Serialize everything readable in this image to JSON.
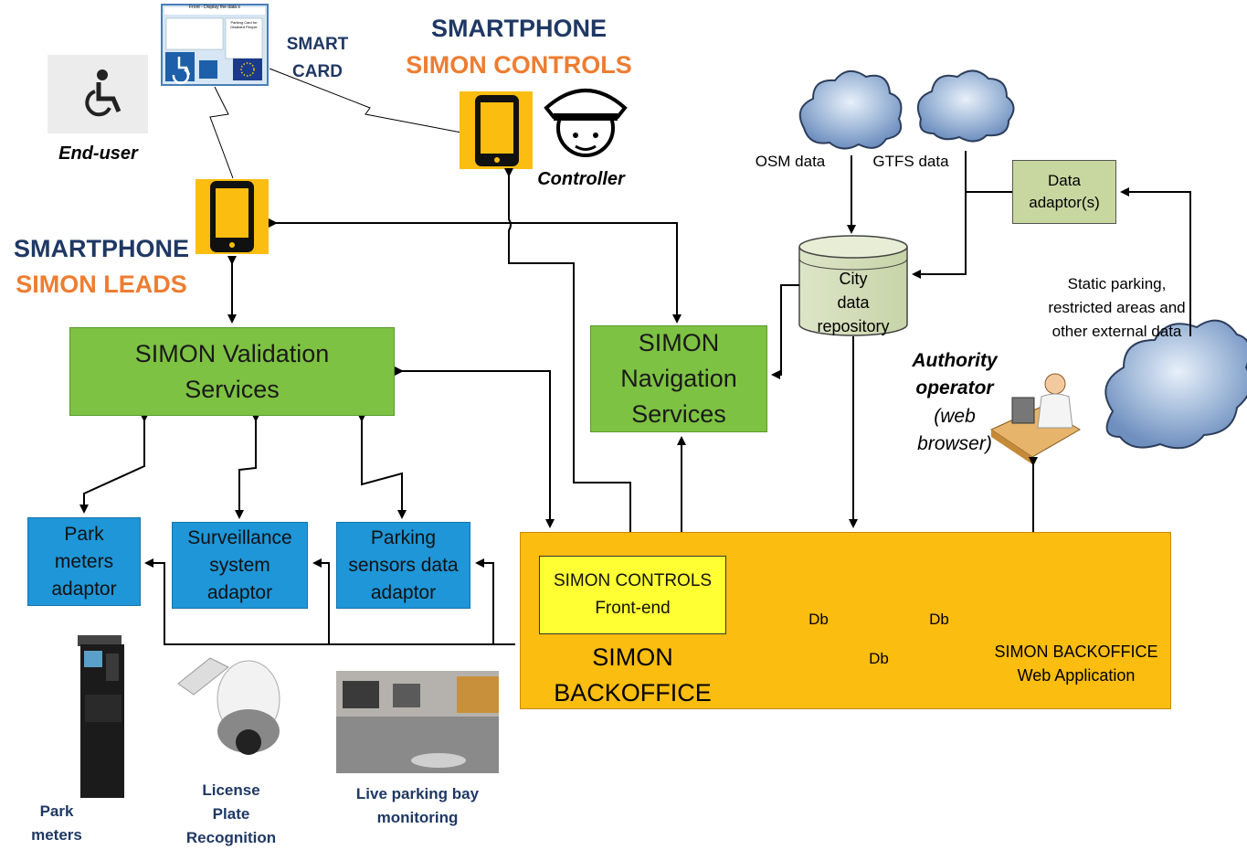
{
  "top": {
    "smart_card": "SMART\nCARD",
    "smartphone_controls_line1": "SMARTPHONE",
    "smartphone_controls_line2": "SIMON CONTROLS",
    "end_user": "End-user",
    "controller": "Controller",
    "smartphone_leads_line1": "SMARTPHONE",
    "smartphone_leads_line2": "SIMON LEADS"
  },
  "cloud_labels": {
    "osm": "OSM data",
    "gtfs": "GTFS data",
    "data_adaptor": "Data\nadaptor(s)",
    "static_parking": "Static parking,\nrestricted areas and\nother external data"
  },
  "boxes": {
    "validation": "SIMON Validation\nServices",
    "navigation": "SIMON\nNavigation\nServices",
    "city_repo": "City\ndata\nrepository",
    "park_meters_adaptor": "Park\nmeters\nadaptor",
    "surveillance_adaptor": "Surveillance\nsystem\nadaptor",
    "parking_sensors_adaptor": "Parking\nsensors data\nadaptor",
    "controls_frontend": "SIMON CONTROLS\nFront-end",
    "backoffice": "SIMON\nBACKOFFICE",
    "db": "Db",
    "backoffice_webapp": "SIMON BACKOFFICE\nWeb Application"
  },
  "authority": {
    "line1": "Authority\noperator",
    "line2": "(web\nbrowser)"
  },
  "bottom": {
    "park_meters": "Park\nmeters",
    "license_plate": "License\nPlate\nRecognition",
    "live_parking": "Live parking bay\nmonitoring"
  },
  "card_text": {
    "header": "Front - Display the data s",
    "park_card": "Parking Card for Disabled People"
  },
  "colors": {
    "green": "#7dc242",
    "blue": "#1e96d8",
    "orange": "#fbbd10",
    "phone_yellow": "#fbbd10",
    "navy": "#1f3864",
    "accent_orange": "#ed7d31"
  }
}
